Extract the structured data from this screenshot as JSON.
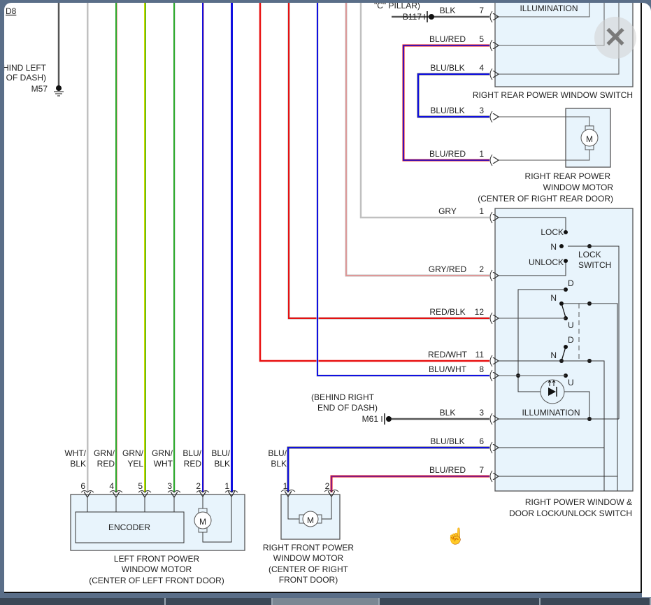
{
  "diagram": {
    "top_left_ref": "D8",
    "ground_left": {
      "location": [
        "HIND LEFT",
        "OF DASH)"
      ],
      "id": "M57"
    },
    "ground_c_pillar": {
      "location": "\"C\" PILLAR)",
      "id": "B117"
    },
    "ground_right": {
      "location": [
        "(BEHIND RIGHT",
        "END OF DASH)"
      ],
      "id": "M61"
    },
    "rr_switch": {
      "title": "RIGHT REAR POWER WINDOW SWITCH",
      "illumination": "ILLUMINATION",
      "pins": [
        {
          "wire": "BLK",
          "pin": "7"
        },
        {
          "wire": "BLU/RED",
          "pin": "5"
        },
        {
          "wire": "BLU/BLK",
          "pin": "4"
        }
      ]
    },
    "rr_motor": {
      "title": [
        "RIGHT REAR POWER",
        "WINDOW MOTOR",
        "(CENTER OF RIGHT REAR DOOR)"
      ],
      "symbol": "M",
      "pins": [
        {
          "wire": "BLU/BLK",
          "pin": "3"
        },
        {
          "wire": "BLU/RED",
          "pin": "1"
        }
      ]
    },
    "main_switch": {
      "title": [
        "RIGHT POWER WINDOW &",
        "DOOR LOCK/UNLOCK SWITCH"
      ],
      "lock_label": "LOCK",
      "neutral_label": "N",
      "unlock_label": "UNLOCK",
      "lock_switch_label": [
        "LOCK",
        "SWITCH"
      ],
      "down_label": "D",
      "up_label": "U",
      "illumination": "ILLUMINATION",
      "pins": [
        {
          "wire": "GRY",
          "pin": "1"
        },
        {
          "wire": "GRY/RED",
          "pin": "2"
        },
        {
          "wire": "RED/BLK",
          "pin": "12"
        },
        {
          "wire": "RED/WHT",
          "pin": "11"
        },
        {
          "wire": "BLU/WHT",
          "pin": "8"
        },
        {
          "wire": "BLK",
          "pin": "3"
        },
        {
          "wire": "BLU/BLK",
          "pin": "6"
        },
        {
          "wire": "BLU/RED",
          "pin": "7"
        }
      ]
    },
    "lf_motor": {
      "title": [
        "LEFT FRONT POWER",
        "WINDOW MOTOR",
        "(CENTER OF LEFT FRONT DOOR)"
      ],
      "encoder": "ENCODER",
      "symbol": "M",
      "wires": [
        {
          "top": "WHT/",
          "bottom": "BLK",
          "pin": "6"
        },
        {
          "top": "GRN/",
          "bottom": "RED",
          "pin": "4"
        },
        {
          "top": "GRN/",
          "bottom": "YEL",
          "pin": "5"
        },
        {
          "top": "GRN/",
          "bottom": "WHT",
          "pin": "3"
        },
        {
          "top": "BLU/",
          "bottom": "RED",
          "pin": "2"
        },
        {
          "top": "BLU/",
          "bottom": "BLK",
          "pin": "1"
        }
      ]
    },
    "rf_motor": {
      "title": [
        "RIGHT FRONT POWER",
        "WINDOW MOTOR",
        "(CENTER OF RIGHT",
        "FRONT DOOR)"
      ],
      "wire_label": [
        "BLU/",
        "BLK"
      ],
      "symbol": "M",
      "pins": [
        "1",
        "2"
      ]
    }
  },
  "colors": {
    "blue": "#1010e0",
    "red": "#e81010",
    "green": "#2aa82a",
    "yellow": "#c8d800",
    "gray": "#c0c0c0",
    "black": "#555555",
    "pink": "#f0a0a0",
    "component_fill": "#e8f4fc"
  },
  "ui": {
    "close_icon": "✕",
    "tabs": 5
  }
}
